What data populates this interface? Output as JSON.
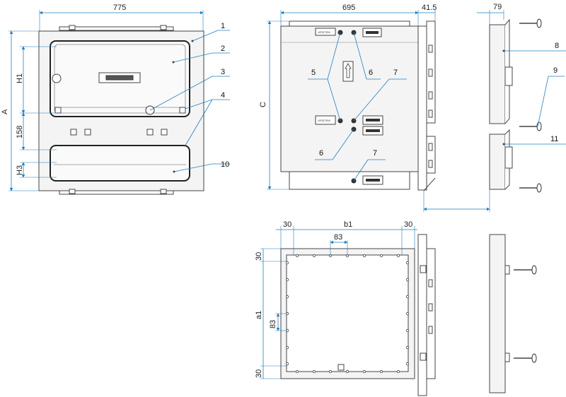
{
  "colors": {
    "dimension_line": "#1f7fc0",
    "outline": "#444444",
    "panel_fill": "#f4f4f4",
    "cover_stroke": "#222222"
  },
  "front_view": {
    "width_label": "775",
    "height_label": "A",
    "h1_label": "H1",
    "gap_label": "158",
    "h3_label": "H3",
    "callouts": [
      "1",
      "2",
      "3",
      "4",
      "10"
    ]
  },
  "side_view": {
    "width_label": "695",
    "depth_label": "41.5",
    "height_label": "C",
    "callouts": [
      "5",
      "6",
      "7",
      "6",
      "7"
    ],
    "module_text": "UP|STEM"
  },
  "profile_view": {
    "width_label": "79",
    "callouts": [
      "8",
      "9",
      "11"
    ]
  },
  "back_view": {
    "left_margin_label": "30",
    "width_label": "b1",
    "right_margin_label": "30",
    "hole_pitch_top_label": "83",
    "top_margin_label": "30",
    "height_label": "a1",
    "hole_pitch_side_label": "83",
    "bottom_margin_label": "30"
  }
}
